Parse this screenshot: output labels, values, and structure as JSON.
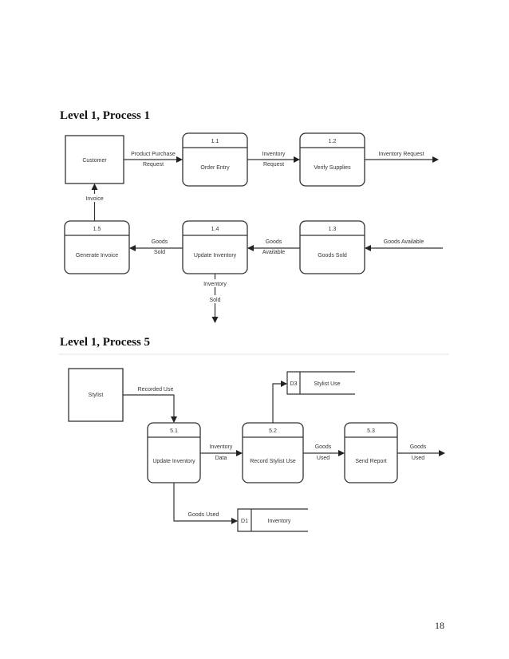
{
  "page": {
    "number": "18"
  },
  "section1": {
    "heading": "Level 1, Process 1",
    "external": {
      "label": "Customer"
    },
    "processes": [
      {
        "id": "1.1",
        "label": "Order Entry"
      },
      {
        "id": "1.2",
        "label": "Verify Supplies"
      },
      {
        "id": "1.3",
        "label": "Goods Sold"
      },
      {
        "id": "1.4",
        "label": "Update Inventory"
      },
      {
        "id": "1.5",
        "label": "Generate Invoice"
      }
    ],
    "flows": {
      "product_purchase": [
        "Product Purchase",
        "Request"
      ],
      "inventory_request_mid": [
        "Inventory",
        "Request"
      ],
      "inventory_request_out": "Inventory Request",
      "goods_available_in": "Goods Available",
      "goods_available_mid": [
        "Goods",
        "Available"
      ],
      "goods_sold_mid": [
        "Goods",
        "Sold"
      ],
      "inventory_sold": [
        "Inventory",
        "Sold"
      ],
      "invoice": "Invoice"
    }
  },
  "section2": {
    "heading": "Level 1, Process 5",
    "external": {
      "label": "Stylist"
    },
    "processes": [
      {
        "id": "5.1",
        "label": "Update Inventory"
      },
      {
        "id": "5.2",
        "label": "Record Stylist Use"
      },
      {
        "id": "5.3",
        "label": "Send Report"
      }
    ],
    "stores": [
      {
        "id": "D3",
        "label": "Stylist Use"
      },
      {
        "id": "D1",
        "label": "Inventory"
      }
    ],
    "flows": {
      "recorded_use": "Recorded Use",
      "inventory_data": [
        "Inventory",
        "Data"
      ],
      "goods_used_mid": [
        "Goods",
        "Used"
      ],
      "goods_used_out": [
        "Goods",
        "Used"
      ],
      "goods_used_store": "Goods Used"
    }
  }
}
